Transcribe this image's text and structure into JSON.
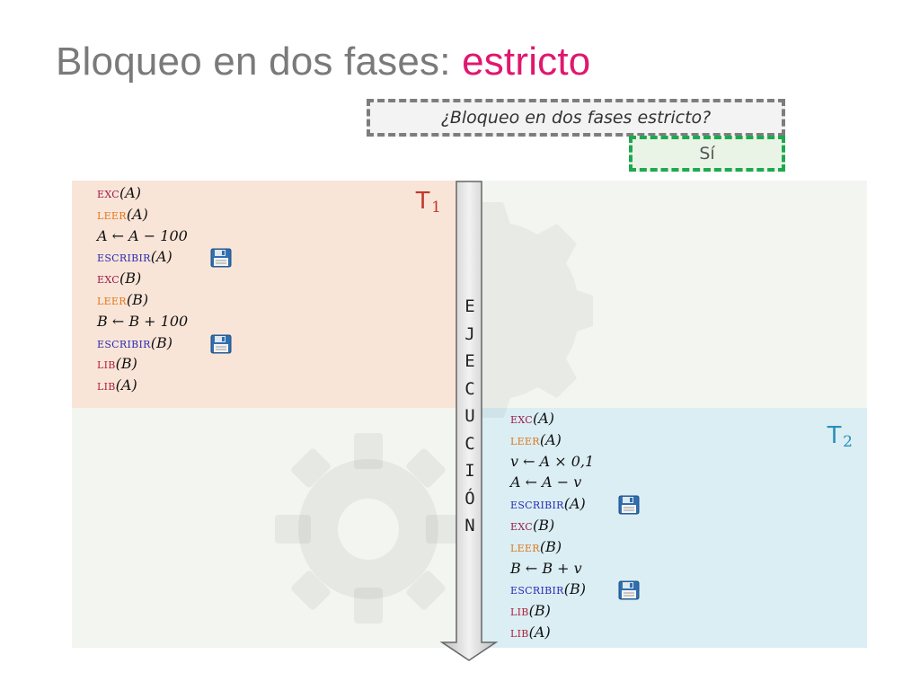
{
  "title": {
    "main": "Bloqueo en dos fases: ",
    "accent": "estricto"
  },
  "question": "¿Bloqueo en dos fases estricto?",
  "answer": "Sí",
  "colors": {
    "accent": "#e0176f",
    "t1_panel": "#f9e5d8",
    "t2_panel": "#daeef4",
    "neutral_panel": "#f3f5f1",
    "exc": "#9b1b4a",
    "leer": "#e0781d",
    "escribir": "#2b2bb0",
    "lib": "#b0223a"
  },
  "transactions": [
    {
      "label": "T",
      "index": "1",
      "operations": [
        {
          "kind": "exc",
          "keyword": "exc",
          "expr": "(A)"
        },
        {
          "kind": "leer",
          "keyword": "leer",
          "expr": "(A)"
        },
        {
          "kind": "assign",
          "keyword": "",
          "expr": "A ← A − 100"
        },
        {
          "kind": "escribir",
          "keyword": "escribir",
          "expr": "(A)",
          "icon": "floppy-disk-icon"
        },
        {
          "kind": "exc",
          "keyword": "exc",
          "expr": "(B)"
        },
        {
          "kind": "leer",
          "keyword": "leer",
          "expr": "(B)"
        },
        {
          "kind": "assign",
          "keyword": "",
          "expr": "B ← B + 100"
        },
        {
          "kind": "escribir",
          "keyword": "escribir",
          "expr": "(B)",
          "icon": "floppy-disk-icon"
        },
        {
          "kind": "lib",
          "keyword": "lib",
          "expr": "(B)"
        },
        {
          "kind": "lib",
          "keyword": "lib",
          "expr": "(A)"
        }
      ]
    },
    {
      "label": "T",
      "index": "2",
      "operations": [
        {
          "kind": "exc",
          "keyword": "exc",
          "expr": "(A)"
        },
        {
          "kind": "leer",
          "keyword": "leer",
          "expr": "(A)"
        },
        {
          "kind": "assign",
          "keyword": "",
          "expr": "v ← A × 0,1"
        },
        {
          "kind": "assign",
          "keyword": "",
          "expr": "A ← A − v"
        },
        {
          "kind": "escribir",
          "keyword": "escribir",
          "expr": "(A)",
          "icon": "floppy-disk-icon"
        },
        {
          "kind": "exc",
          "keyword": "exc",
          "expr": "(B)"
        },
        {
          "kind": "leer",
          "keyword": "leer",
          "expr": "(B)"
        },
        {
          "kind": "assign",
          "keyword": "",
          "expr": "B ← B + v"
        },
        {
          "kind": "escribir",
          "keyword": "escribir",
          "expr": "(B)",
          "icon": "floppy-disk-icon"
        },
        {
          "kind": "lib",
          "keyword": "lib",
          "expr": "(B)"
        },
        {
          "kind": "lib",
          "keyword": "lib",
          "expr": "(A)"
        }
      ]
    }
  ],
  "execution": {
    "letters": [
      "E",
      "J",
      "E",
      "C",
      "U",
      "C",
      "I",
      "Ó",
      "N"
    ]
  },
  "icons": {
    "background": "gear-icon",
    "arrow": "arrow-down-icon"
  }
}
